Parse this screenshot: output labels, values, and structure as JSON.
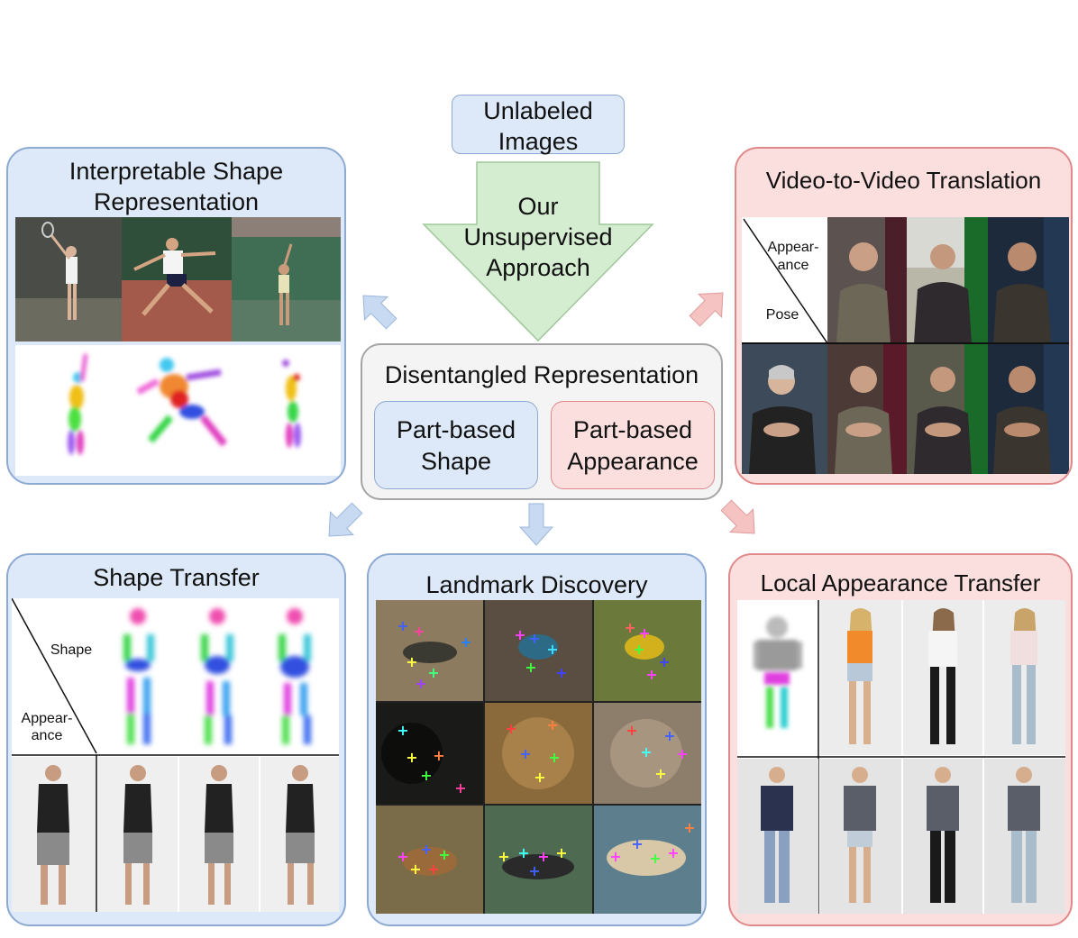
{
  "input_box": {
    "label_line1": "Unlabeled",
    "label_line2": "Images"
  },
  "approach_arrow": {
    "line1": "Our",
    "line2": "Unsupervised",
    "line3": "Approach"
  },
  "disentangled": {
    "title": "Disentangled Representation",
    "shape_line1": "Part-based",
    "shape_line2": "Shape",
    "appearance_line1": "Part-based",
    "appearance_line2": "Appearance"
  },
  "panels": {
    "interpretable": {
      "title_line1": "Interpretable Shape",
      "title_line2": "Representation"
    },
    "video": {
      "title": "Video-to-Video Translation",
      "axis_top_line1": "Appear-",
      "axis_top_line2": "ance",
      "axis_bottom": "Pose"
    },
    "shape_transfer": {
      "title": "Shape Transfer",
      "axis_top": "Shape",
      "axis_bottom_line1": "Appear-",
      "axis_bottom_line2": "ance"
    },
    "landmark": {
      "title": "Landmark Discovery"
    },
    "local": {
      "title": "Local Appearance Transfer"
    }
  },
  "colors": {
    "blue_fill": "#dde9f8",
    "pink_fill": "#fbdede",
    "green_fill": "#d4ecd0",
    "arrow_blue": "#c7daf2",
    "arrow_pink": "#f6c3c3"
  }
}
